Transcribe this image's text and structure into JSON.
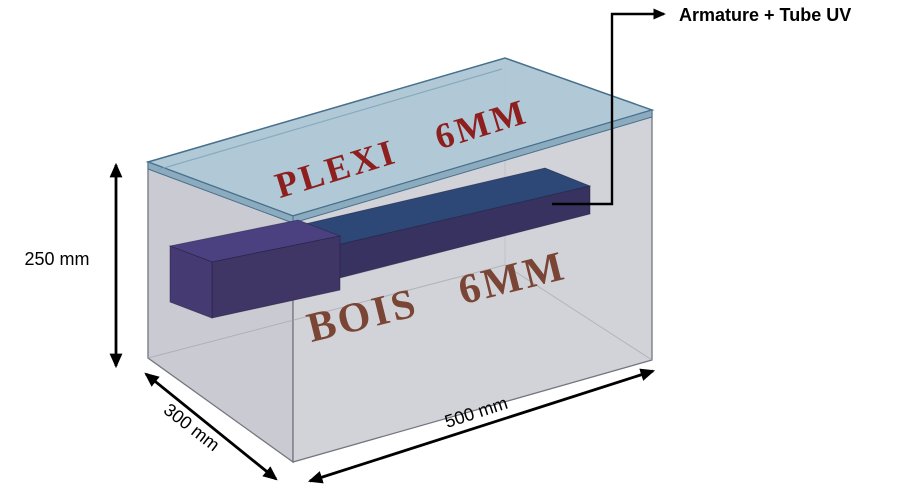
{
  "diagram": {
    "callout_label": "Armature + Tube UV",
    "top_panel_label": "PLEXI 6MM",
    "box_label": "BOIS 6MM",
    "dimensions": {
      "height": "250 mm",
      "depth": "300 mm",
      "width": "500 mm"
    }
  },
  "colors": {
    "background": "#ffffff",
    "box_left_face": "#c5c7ce",
    "box_front_face": "#cdcfd5",
    "box_edge": "#74767f",
    "plexi_top": "#a9c3d3",
    "plexi_lip": "#8cabbf",
    "plexi_edge": "#46708c",
    "tube_top": "#2d4776",
    "tube_front": "#383260",
    "tube_side": "#34305a",
    "armature_top": "#4c4180",
    "armature_front": "#3f3666",
    "armature_side": "#453b72",
    "plexi_label_color": "#8e1f1f",
    "box_label_color": "#7a4535",
    "dimension_color": "#000000",
    "callout_color": "#000000"
  }
}
